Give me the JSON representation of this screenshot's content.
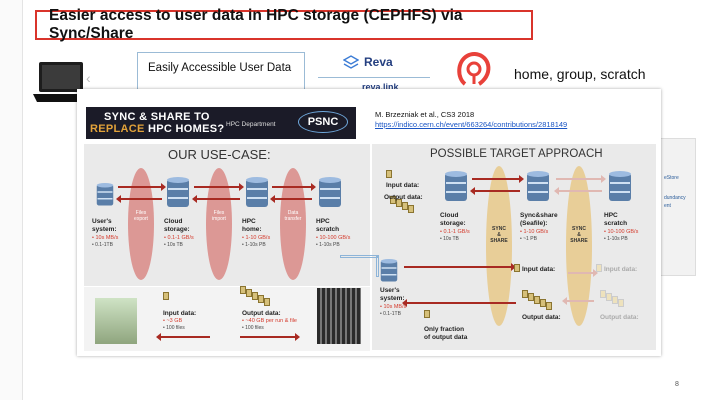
{
  "header": {
    "title": "Easier access to user data in HPC storage (CEPHFS) via Sync/Share"
  },
  "top_row": {
    "access_label": "Easily Accessible User Data",
    "reva_label": "Reva",
    "reva_link": "reva.link",
    "storage_caption": "home, group, scratch"
  },
  "slide": {
    "banner_line1": "SYNC & SHARE TO",
    "banner_replace": "REPLACE",
    "banner_rest": " HPC HOMES?",
    "banner_dept": "HPC Department",
    "banner_logo": "PSNC",
    "author": "M. Brzezniak et al., CS3 2018",
    "url": "https://indico.cern.ch/event/663264/contributions/2818149",
    "left_title": "OUR USE-CASE:",
    "right_title": "POSSIBLE TARGET APPROACH",
    "left_tiers": [
      {
        "name": "User's\nsystem:",
        "l1": "• 10s MB/s",
        "l2": "• 0.1-1TB"
      },
      {
        "name": "Cloud\nstorage:",
        "l1": "• 0.1-1 GB/s",
        "l2": "• 10s TB"
      },
      {
        "name": "HPC\nhome:",
        "l1": "• 1-10 GB/s",
        "l2": "• 1-10s PB"
      },
      {
        "name": "HPC\nscratch",
        "l1": "• 10-100 GB/s",
        "l2": "• 1-10s PB"
      }
    ],
    "oval_labels": [
      "Files\nexport",
      "Files\nimport",
      "Data\ntransfer"
    ],
    "left_bottom": {
      "input_label": "Input data:",
      "input_l1": "• ~3 GB",
      "input_l2": "• 100 files",
      "output_label": "Output data:",
      "output_l1": "• ~40 GB per run & file",
      "output_l2": "• 100 files"
    },
    "right_tiers": [
      {
        "name": "Cloud\nstorage:",
        "l1": "• 0.1-1 GB/s",
        "l2": "• 10s TB"
      },
      {
        "name": "Sync&share\n(Seafile):",
        "l1": "• 1-10 GB/s",
        "l2": "• ~1 PB"
      },
      {
        "name": "HPC\nscratch",
        "l1": "• 10-100 GB/s",
        "l2": "• 1-10s PB"
      }
    ],
    "right_input": "Input data:",
    "right_output": "Output data:",
    "sync_label": "SYNC\n&\nSHARE",
    "right_user": {
      "name": "User's\nsystem:",
      "l1": "• 10s MB/s",
      "l2": "• 0.1-1TB"
    },
    "input_mid": "Input data:",
    "input_faded": "Input data:",
    "output_mid": "Output data:",
    "output_faded": "Output data:",
    "fraction": "Only fraction\nof output data"
  },
  "side_card": {
    "l1": "eStore",
    "l2": "dundancy",
    "l3": "ent"
  },
  "page_number": "8"
}
